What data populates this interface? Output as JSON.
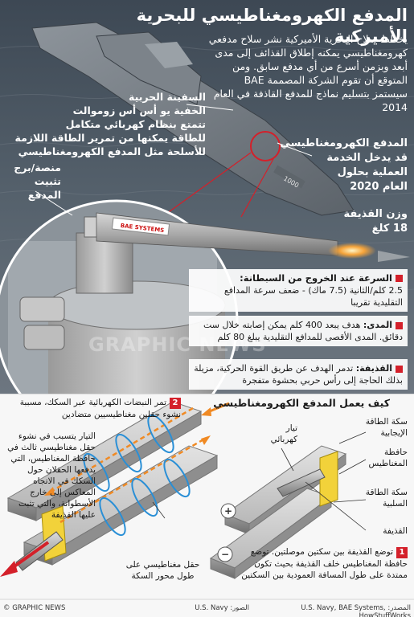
{
  "header": {
    "title": "المدفع الكهرومغناطيسي للبحرية الأميركية"
  },
  "intro": {
    "text": "يخطط سلاح البحرية الأميركية نشر سلاح مدفعي كهرومغناطيسي يمكنه إطلاق القذائف إلى مدى أبعد وبزمن أسرع من أي مدفع سابق. ومن المتوقع أن تقوم الشركة المصممة BAE سيستمز بتسليم نماذج للمدفع القاذفة في العام 2014"
  },
  "service_note": {
    "line1": "المدفع الكهرومغناطيسي",
    "line2": "قد يدخل الخدمة",
    "line3": "العملية بحلول",
    "line4": "العام 2020"
  },
  "weight_note": {
    "line1": "وزن القذيفة",
    "line2": "18 كلغ"
  },
  "ship_note": {
    "line1": "السفينة الحربية",
    "line2": "الخفية يو أس أس زوموالت",
    "line3": "تتمتع بنظام كهربائي متكامل",
    "line4": "للطاقة يمكنها من تمرير الطاقة اللازمة",
    "line5": "للأسلحة مثل المدفع الكهرومغناطيسي"
  },
  "mount_label": {
    "line1": "منصة/برج",
    "line2": "تثبيت",
    "line3": "المدفع"
  },
  "gun_badge": "BAE SYSTEMS",
  "ship_number": "1000",
  "facts": [
    {
      "head": "السرعة عند الخروج من السبطانة:",
      "body": "2.5 كلم/الثانية (7.5 ماك) - ضعف سرعة المدافع التقليدية تقريبا"
    },
    {
      "head": "المدى:",
      "body": "هدف يبعد 400 كلم يمكن إصابته خلال ست دقائق. المدى الأقصى للمدافع التقليدية يبلغ 80 كلم"
    },
    {
      "head": "القذيفة:",
      "body": "تدمر الهدف عن طريق القوة الحركية، مزيلة بذلك الحاجة إلى رأس حربي بحشوة متفجرة"
    }
  ],
  "watermark": "GRAPHIC NEWS",
  "how": {
    "title": "كيف يعمل المدفع الكهرومغناطيسي",
    "step2_num": "2",
    "step2_text": "تمر النبضات الكهربائية عبر السكك، مسببة نشوء حقلين مغناطيسيين متضادين",
    "current_label": "تيار كهربائي",
    "left_desc": "التيار يتسبب في نشوء حقل مغناطيسي ثالث في حافظة المغناطيس، التي يدفعها الحقلان حول السكك في الاتجاه المعاكس إلى خارج الأسطوانة، والتي تثبت عليها القذيفة",
    "field_label": "حقل مغناطيسي على طول محور السكة",
    "pos_rail": "سكة الطاقة الإيجابية",
    "armature": "حافظة المغناطيس",
    "neg_rail": "سكة الطاقة السلبية",
    "projectile": "القذيفة",
    "step1_num": "1",
    "step1_text": "توضع القذيفة بين سكتين موصلتين. توضع حافظة المغناطيس خلف القذيفة بحيث تكون ممتدة على طول المسافة العمودية بين السكتين"
  },
  "footer": {
    "copyright": "© GRAPHIC NEWS",
    "photo_credit_label": "الصور:",
    "photo_credit": "U.S. Navy",
    "source_label": "المصدر:",
    "source": "U.S. Navy, BAE Systems, HowStuffWorks"
  },
  "colors": {
    "accent": "#d4202a",
    "sea": "#4a5763",
    "arrow_orange": "#f08a24",
    "arrow_blue": "#2a8fd6",
    "armature_yellow": "#f2d23a"
  }
}
